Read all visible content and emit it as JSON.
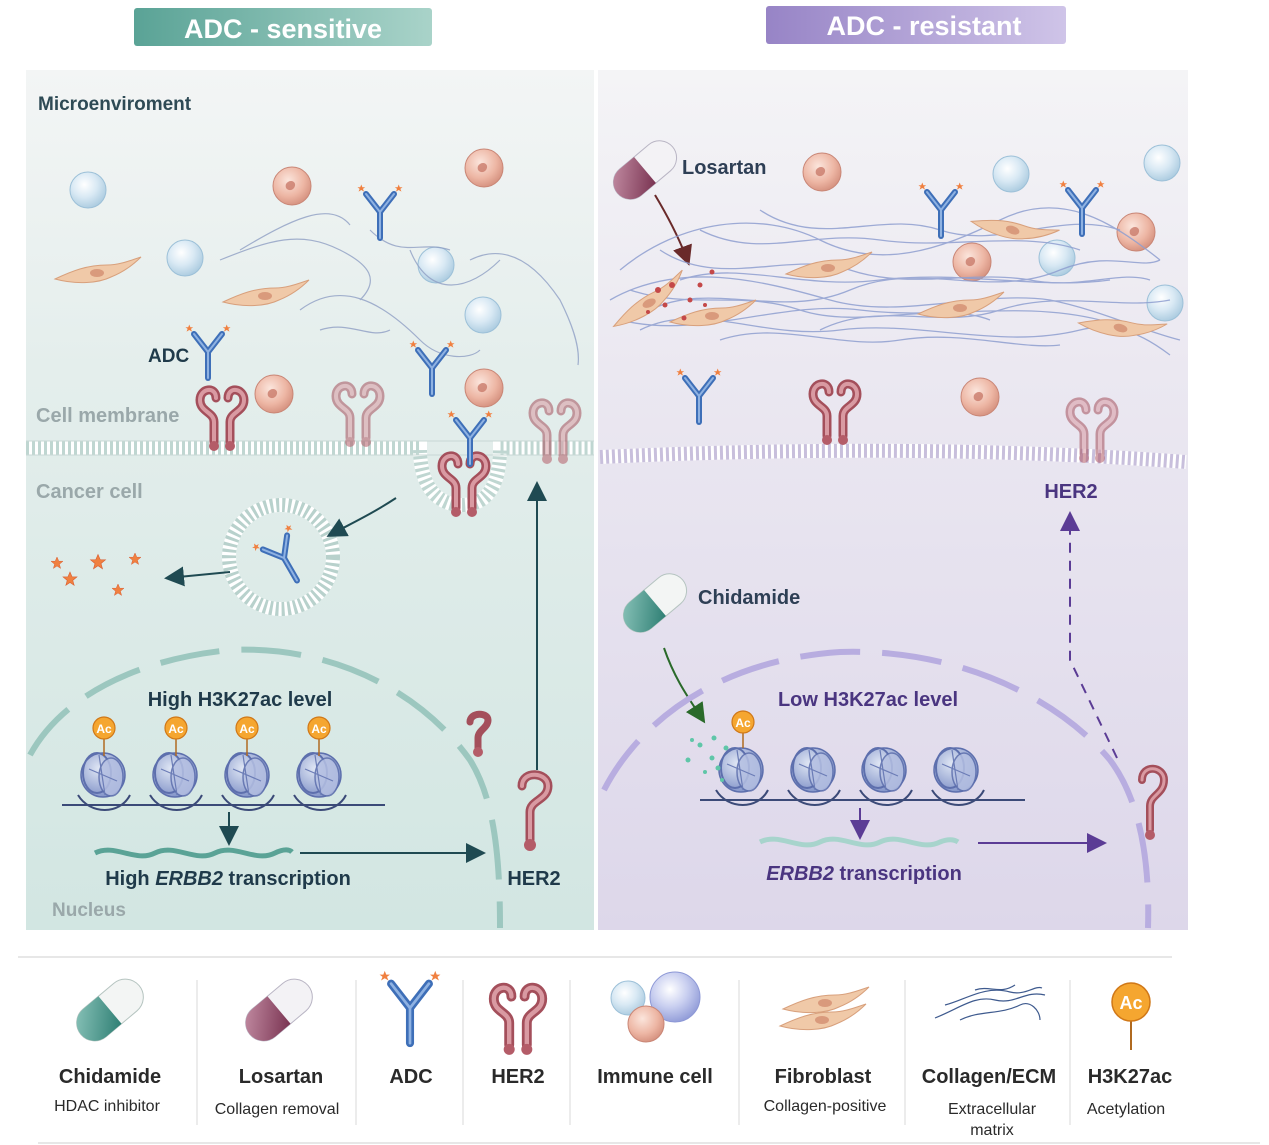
{
  "headers": {
    "sensitive": "ADC - sensitive",
    "resistant": "ADC - resistant"
  },
  "left_panel": {
    "microenvironment": "Microenviroment",
    "adc_label": "ADC",
    "cell_membrane": "Cell membrane",
    "cancer_cell": "Cancer cell",
    "h3k27ac_level": "High H3K27ac level",
    "ac": "Ac",
    "transcription_prefix": "High ",
    "transcription_gene": "ERBB2",
    "transcription_suffix": " transcription",
    "her2": "HER2",
    "nucleus": "Nucleus"
  },
  "right_panel": {
    "losartan": "Losartan",
    "chidamide": "Chidamide",
    "h3k27ac_level": "Low H3K27ac level",
    "ac": "Ac",
    "transcription_gene": "ERBB2",
    "transcription_suffix": " transcription",
    "her2": "HER2"
  },
  "legend": {
    "chidamide": {
      "title": "Chidamide",
      "subtitle": "HDAC inhibitor"
    },
    "losartan": {
      "title": "Losartan",
      "subtitle": "Collagen removal"
    },
    "adc": {
      "title": "ADC"
    },
    "her2": {
      "title": "HER2"
    },
    "immune": {
      "title": "Immune cell"
    },
    "fibroblast": {
      "title": "Fibroblast",
      "subtitle": "Collagen-positive"
    },
    "collagen": {
      "title": "Collagen/ECM",
      "subtitle_1": "Extracellular",
      "subtitle_2": "matrix"
    },
    "h3k27ac": {
      "title": "H3K27ac",
      "subtitle": "Acetylation",
      "icon_text": "Ac"
    }
  },
  "colors": {
    "sensitive_header": "#5fa89a",
    "resistant_header": "#9a88c8",
    "teal_dark": "#1f4a52",
    "purple_dark": "#4a3580",
    "her2": "#b05c66",
    "adc_blue": "#4f7ec4",
    "acetyl": "#f0a030"
  }
}
